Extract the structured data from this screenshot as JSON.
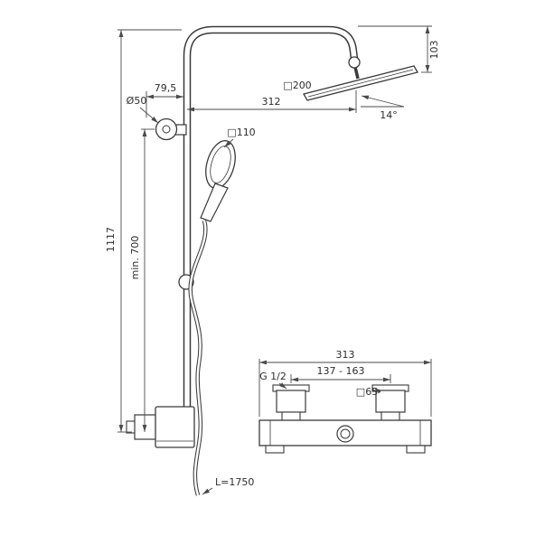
{
  "shower_column": {
    "total_height": "1117",
    "min_height": "min. 700",
    "bracket_diameter": "Ø50",
    "horizontal_offset": "79,5",
    "arm_reach": "312",
    "head_size": "□200",
    "head_height": "103",
    "head_angle": "14°",
    "handshower_size": "□110",
    "hose_length": "L=1750"
  },
  "mixer": {
    "overall_width": "313",
    "connection_thread": "G 1/2",
    "inlet_centers": "137 - 163",
    "handle_size": "□65"
  },
  "colors": {
    "line": "#3a3a3a",
    "dimension": "#4a4a4a",
    "background": "#ffffff"
  }
}
